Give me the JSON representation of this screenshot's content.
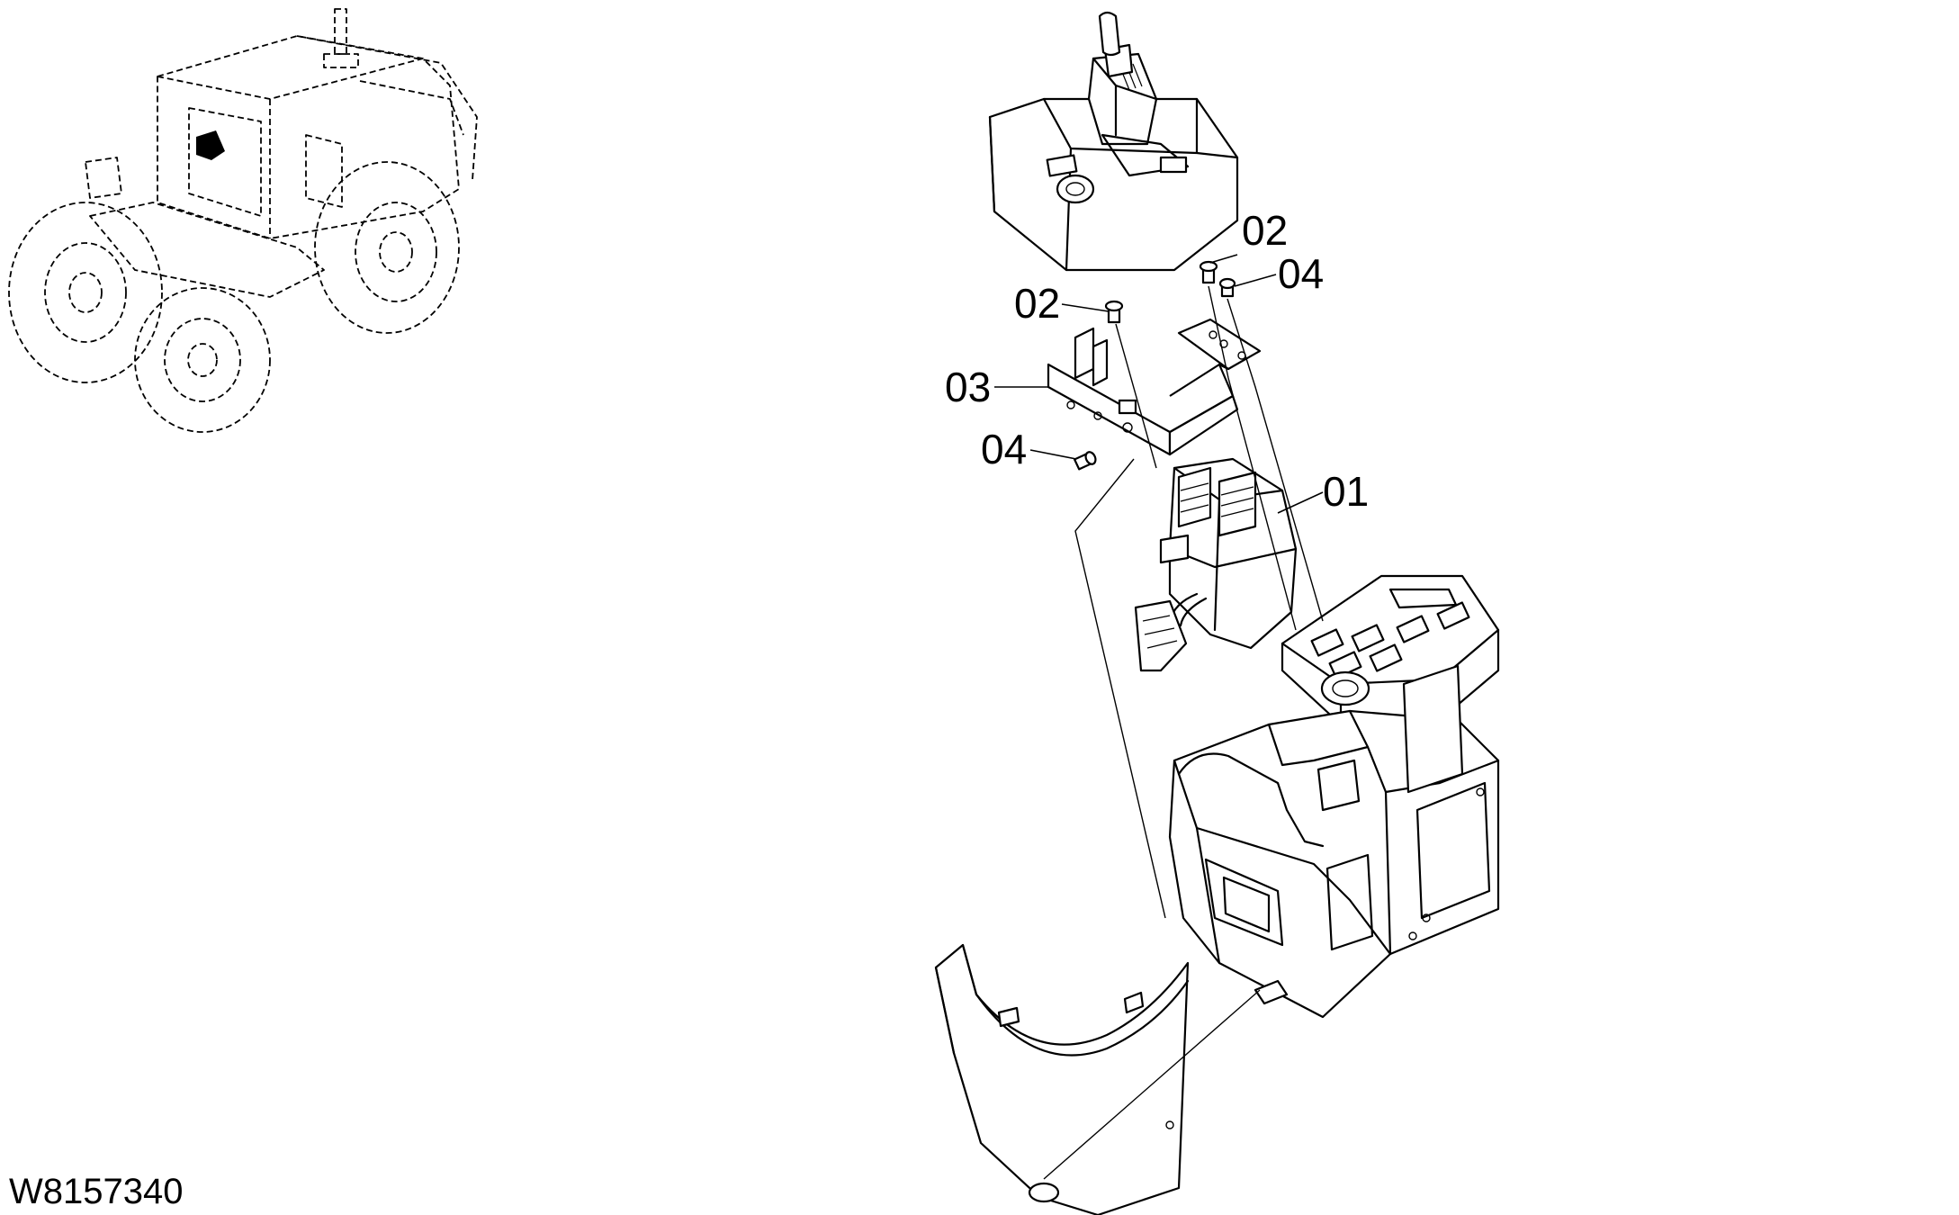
{
  "drawing_code": "W8157340",
  "callouts": {
    "part_01": "01",
    "part_02_left": "02",
    "part_02_right": "02",
    "part_03": "03",
    "part_04_left": "04",
    "part_04_right": "04"
  }
}
